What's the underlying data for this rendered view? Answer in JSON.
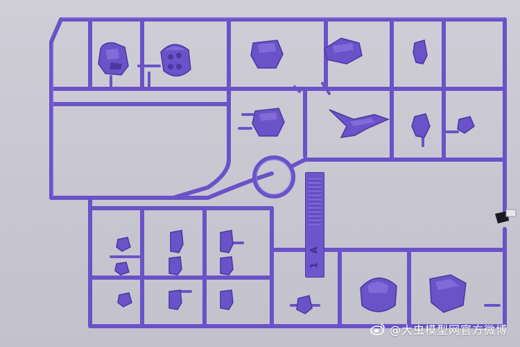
{
  "photo": {
    "subject_colors": {
      "plastic": "#6a52c8",
      "background": "#c9c8d2"
    },
    "runner_tag": {
      "letter": "A",
      "number": "1"
    },
    "watermark": {
      "text": "@大虫模型网官方微博",
      "icon": "weibo-icon"
    }
  }
}
